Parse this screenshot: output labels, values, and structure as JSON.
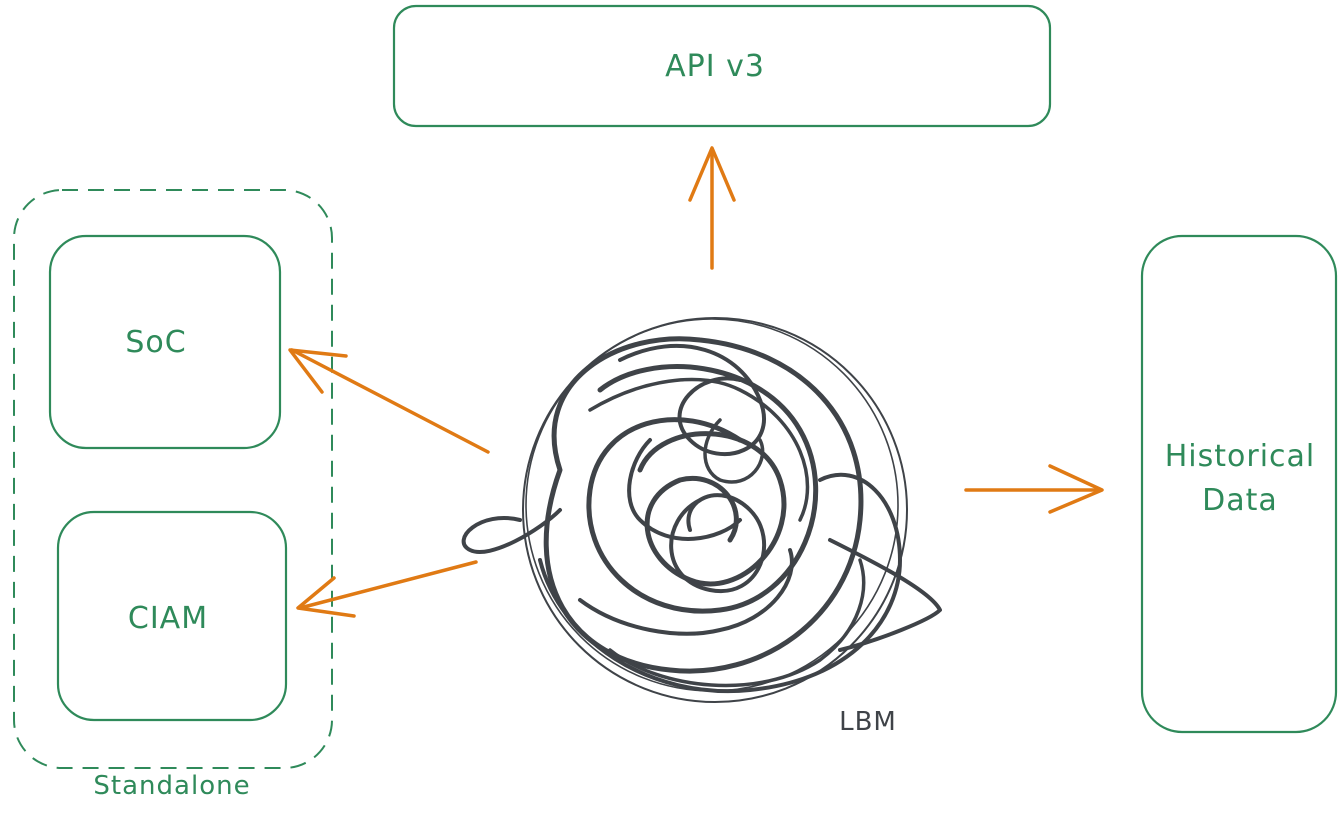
{
  "colors": {
    "box_stroke": "#2f8a5a",
    "label_text": "#2f8a5a",
    "arrow": "#e07a14",
    "scribble": "#3f4348",
    "lbm_label": "#3f4348",
    "background": "#ffffff"
  },
  "nodes": {
    "api": {
      "label": "API v3"
    },
    "soc": {
      "label": "SoC"
    },
    "ciam": {
      "label": "CIAM"
    },
    "historical": {
      "label_line1": "Historical",
      "label_line2": "Data"
    },
    "standalone_group": {
      "label": "Standalone"
    },
    "lbm": {
      "label": "LBM"
    }
  },
  "edges": [
    {
      "from": "lbm",
      "to": "api"
    },
    {
      "from": "lbm",
      "to": "soc"
    },
    {
      "from": "lbm",
      "to": "ciam"
    },
    {
      "from": "lbm",
      "to": "historical"
    }
  ]
}
